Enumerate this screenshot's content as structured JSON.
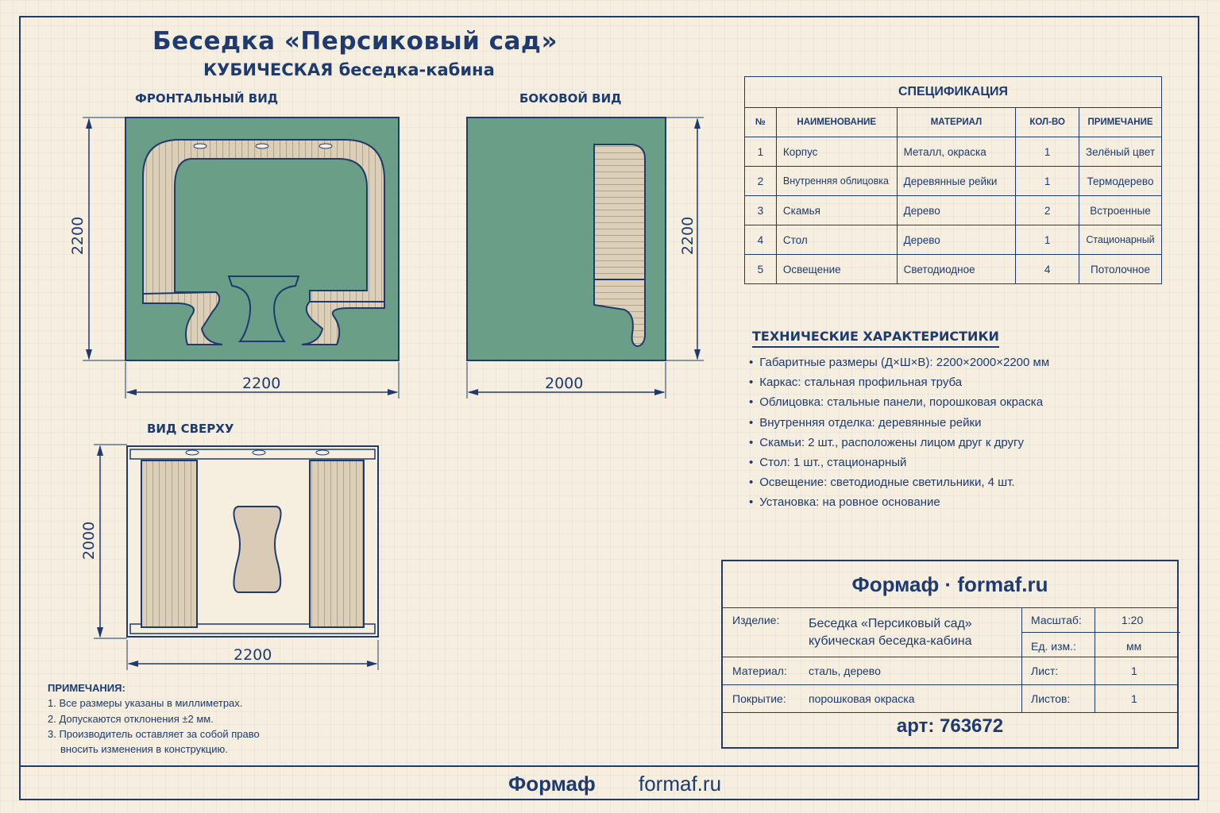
{
  "header": {
    "title": "Беседка «Персиковый сад»",
    "subtitle": "КУБИЧЕСКАЯ  беседка-кабина"
  },
  "views": {
    "front": {
      "label": "ФРОНТАЛЬНЫЙ ВИД",
      "width": "2200",
      "height": "2200"
    },
    "side": {
      "label": "БОКОВОЙ ВИД",
      "width": "2000",
      "height": "2200"
    },
    "top": {
      "label": "ВИД СВЕРХУ",
      "width": "2200",
      "depth": "2000"
    }
  },
  "spec": {
    "caption": "СПЕЦИФИКАЦИЯ",
    "headers": [
      "№",
      "НАИМЕНОВАНИЕ",
      "МАТЕРИАЛ",
      "КОЛ-ВО",
      "ПРИМЕЧАНИЕ"
    ],
    "rows": [
      [
        "1",
        "Корпус",
        "Металл, окраска",
        "1",
        "Зелёный цвет"
      ],
      [
        "2",
        "Внутренняя облицовка",
        "Деревянные рейки",
        "1",
        "Термодерево"
      ],
      [
        "3",
        "Скамья",
        "Дерево",
        "2",
        "Встроенные"
      ],
      [
        "4",
        "Стол",
        "Дерево",
        "1",
        "Стационарный"
      ],
      [
        "5",
        "Освещение",
        "Светодиодное",
        "4",
        "Потолочное"
      ]
    ]
  },
  "tech": {
    "title": "ТЕХНИЧЕСКИЕ ХАРАКТЕРИСТИКИ",
    "items": [
      "Габаритные размеры (Д×Ш×В): 2200×2000×2200 мм",
      "Каркас: стальная профильная труба",
      "Облицовка: стальные панели, порошковая окраска",
      "Внутренняя отделка: деревянные рейки",
      "Скамьи: 2 шт., расположены лицом друг к другу",
      "Стол: 1 шт., стационарный",
      "Освещение: светодиодные светильники, 4 шт.",
      "Установка: на ровное основание"
    ]
  },
  "notes": {
    "heading": "ПРИМЕЧАНИЯ:",
    "items": [
      "1. Все размеры указаны в миллиметрах.",
      "2. Допускаются отклонения ±2 мм.",
      "3. Производитель оставляет за собой право",
      "вносить изменения в конструкцию."
    ]
  },
  "stamp": {
    "brand": "Формаф · formaf.ru",
    "product_label": "Изделие:",
    "product_line1": "Беседка «Персиковый сад»",
    "product_line2": "кубическая беседка-кабина",
    "scale_label": "Масштаб:",
    "scale_value": "1:20",
    "unit_label": "Ед. изм.:",
    "unit_value": "мм",
    "material_label": "Материал:",
    "material_value": "сталь, дерево",
    "sheet_label": "Лист:",
    "sheet_value": "1",
    "coating_label": "Покрытие:",
    "coating_value": "порошковая окраска",
    "sheets_label": "Листов:",
    "sheets_value": "1",
    "article": "арт: 763672"
  },
  "footer": {
    "brand": "Формаф",
    "site": "formaf.ru"
  },
  "colors": {
    "ink": "#1e3a6e",
    "panel_green": "#6b9e86",
    "wood": "#d9cbb5",
    "paper": "#f6efe0"
  }
}
